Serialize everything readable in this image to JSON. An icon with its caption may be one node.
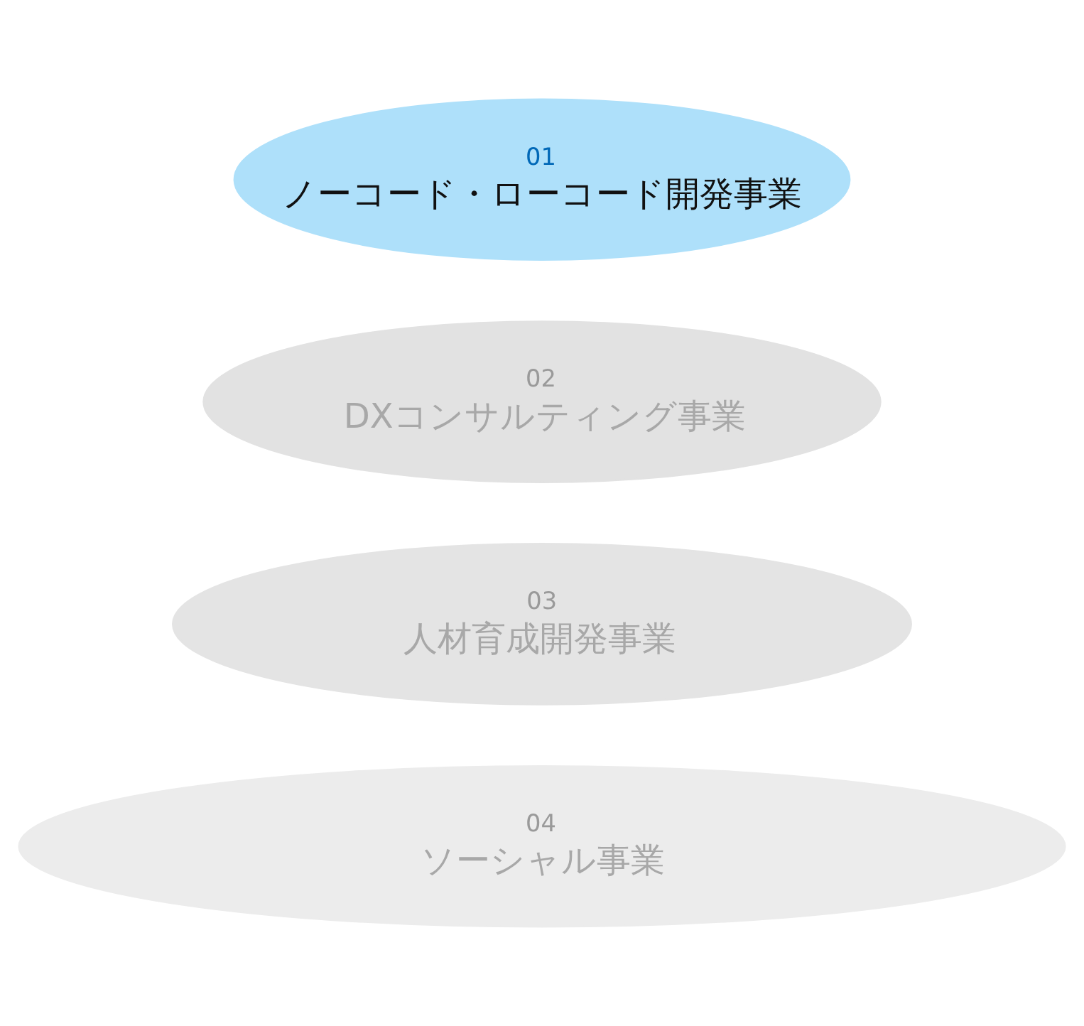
{
  "diagram": {
    "nodes": [
      {
        "text": [
          "04",
          "ソーシャル事業"
        ]
      },
      {
        "text": [
          "03",
          "人材育成開発事業"
        ]
      },
      {
        "text": [
          "02",
          "DXコンサルティング事業"
        ]
      },
      {
        "text": [
          "01",
          "ノーコード・ローコード開発事業"
        ]
      }
    ]
  }
}
